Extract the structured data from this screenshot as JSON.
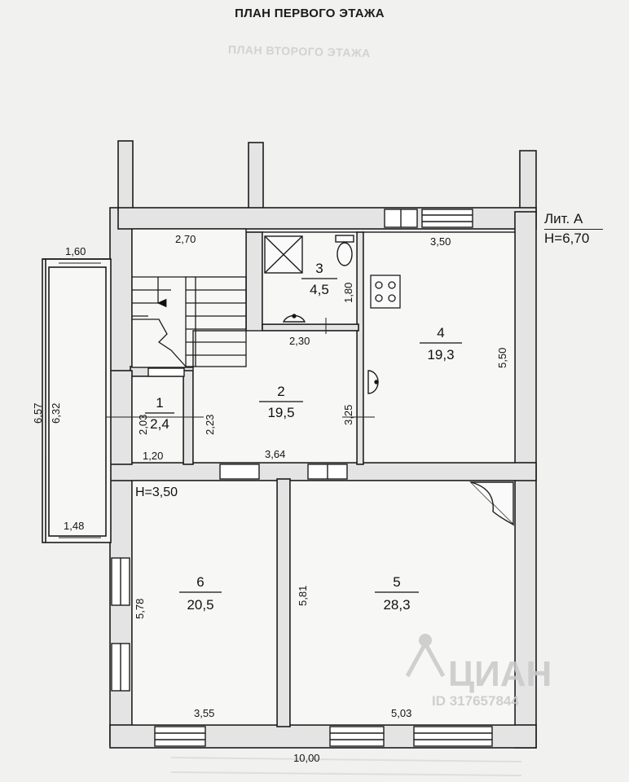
{
  "title": "ПЛАН ПЕРВОГО ЭТАЖА",
  "ghost_title": "ПЛАН ВТОРОГО ЭТАЖА",
  "litera": {
    "name": "Лит. А",
    "height": "H=6,70"
  },
  "height_label": "H=3,50",
  "rooms": [
    {
      "number": "1",
      "area": "2,4"
    },
    {
      "number": "2",
      "area": "19,5"
    },
    {
      "number": "3",
      "area": "4,5"
    },
    {
      "number": "4",
      "area": "19,3"
    },
    {
      "number": "5",
      "area": "28,3"
    },
    {
      "number": "6",
      "area": "20,5"
    }
  ],
  "dimensions": {
    "stair_width": "2,70",
    "room4_width": "3,50",
    "room4_height": "5,50",
    "bath_height": "1,80",
    "bath_width": "2,30",
    "room2_height": "3,25",
    "room2_width": "3,64",
    "room2_left_height": "2,23",
    "room1_height": "2,03",
    "room1_width": "1,20",
    "veranda_top": "1,60",
    "veranda_bottom": "1,48",
    "veranda_outer": "6,57",
    "veranda_inner": "6,32",
    "room6_height": "5,78",
    "room6_width": "3,55",
    "room5_height": "5,81",
    "room5_width": "5,03",
    "total_width": "10,00"
  },
  "watermark": {
    "brand": "ЦИАН",
    "id": "ID 317657844"
  }
}
